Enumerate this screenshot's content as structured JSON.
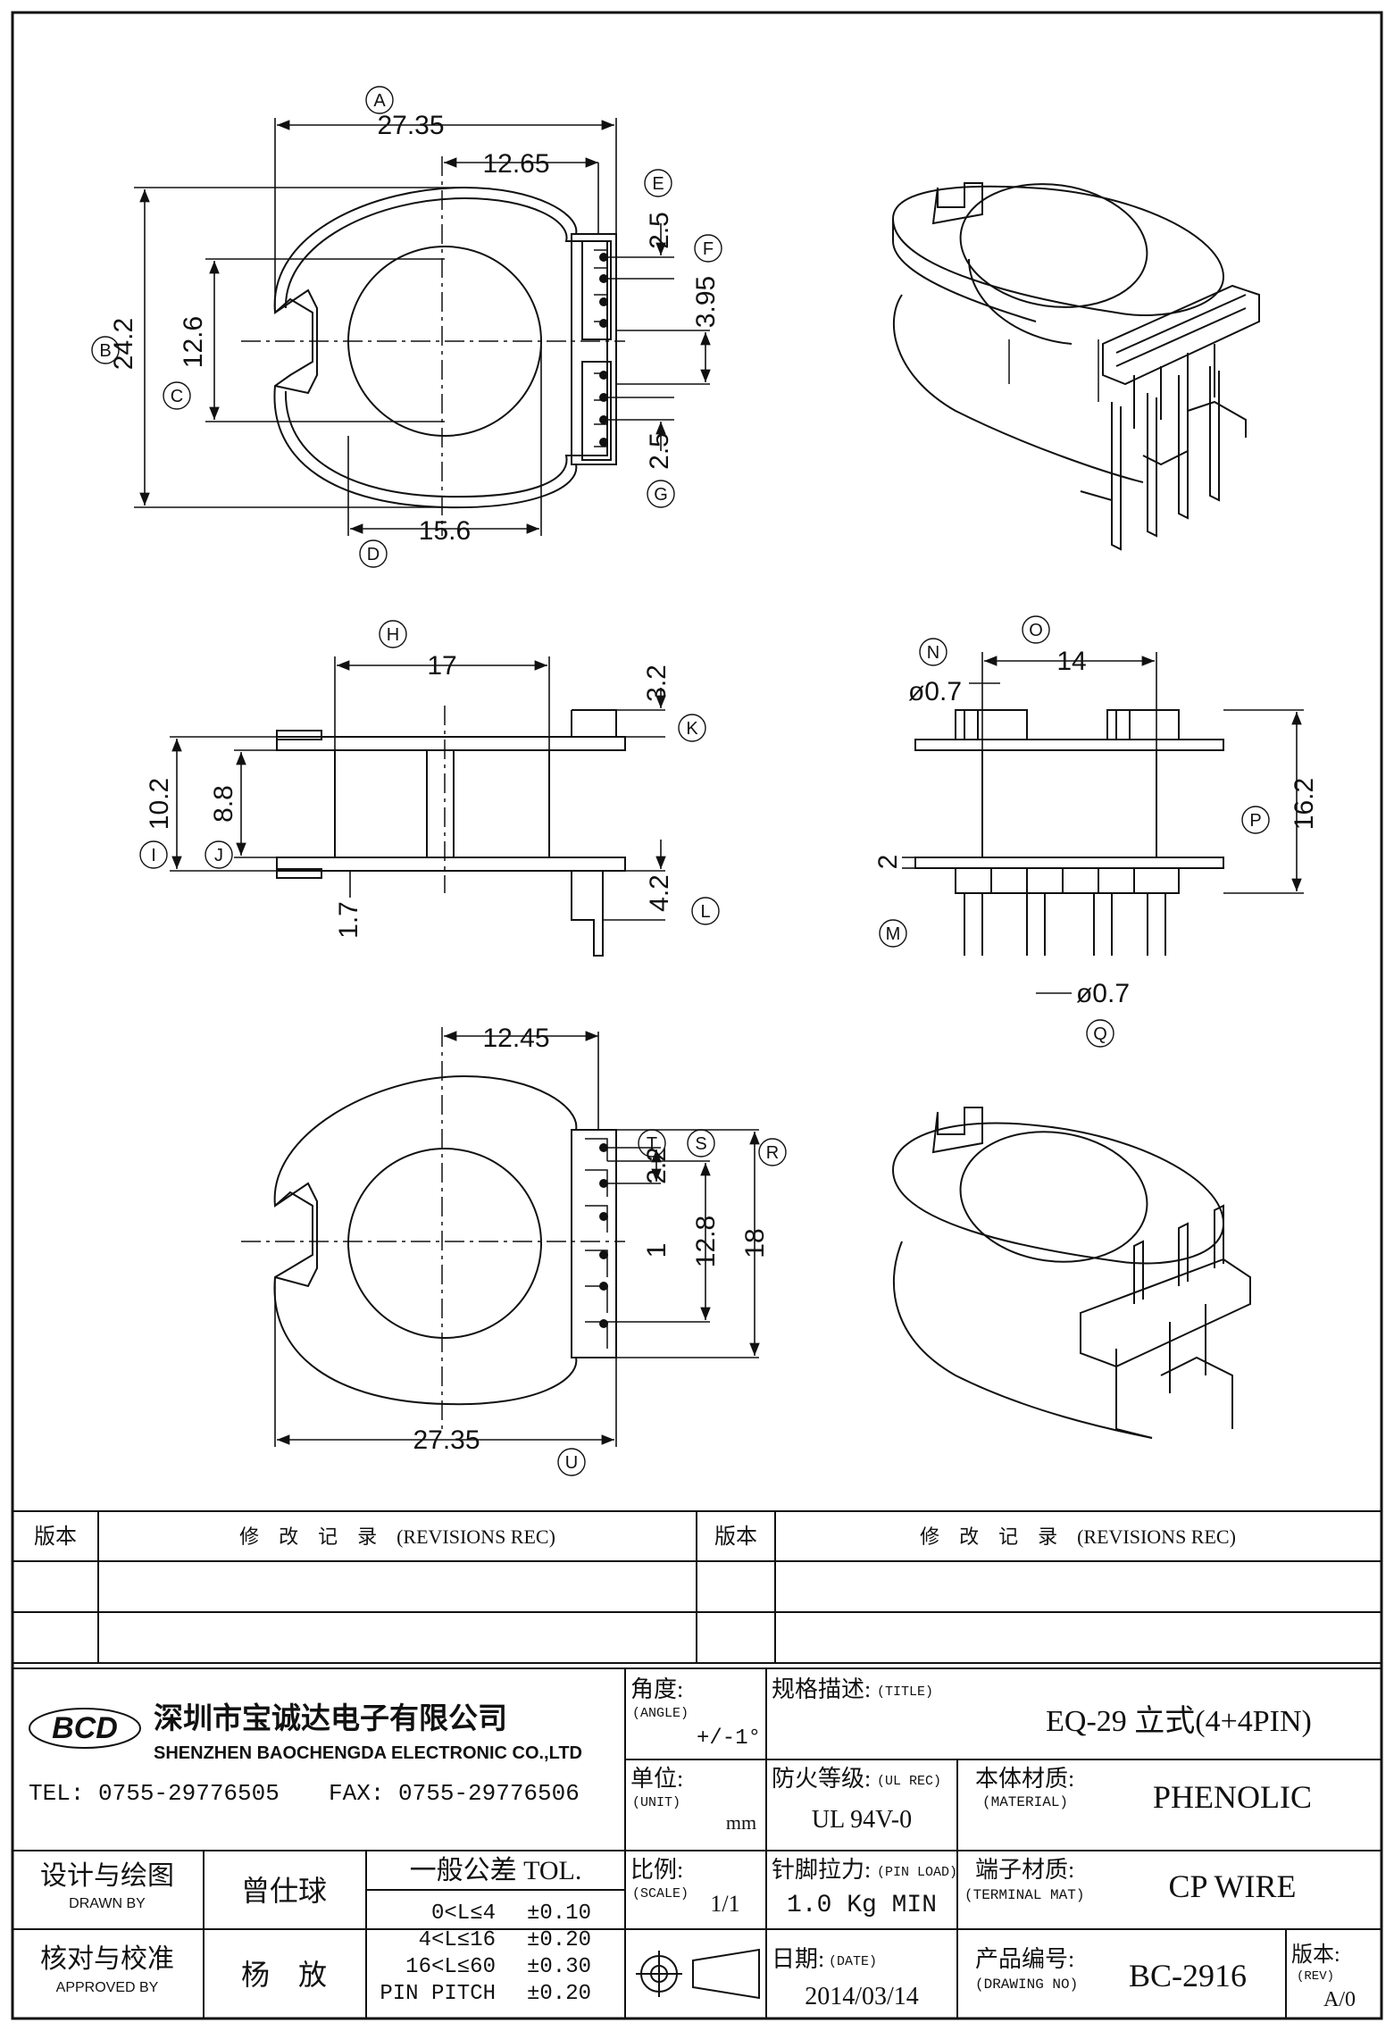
{
  "views": {
    "top": {
      "dims": {
        "width_total": "27.35",
        "pin_offset": "12.65",
        "pin_pitch_top": "2.5",
        "pin_gap": "3.95",
        "pin_pitch_bottom": "2.5",
        "height_total": "24.2",
        "window_height": "12.6",
        "window_width": "15.6"
      },
      "callouts": {
        "a": "A",
        "b": "B",
        "c": "C",
        "d": "D",
        "e": "E",
        "f": "F",
        "g": "G"
      }
    },
    "side": {
      "dims": {
        "length": "17",
        "tab": "3.2",
        "outer": "10.2",
        "inner": "8.8",
        "flange": "1.7",
        "pin_len": "4.2"
      },
      "callouts": {
        "h": "H",
        "i": "I",
        "j": "J",
        "k": "K",
        "l": "L"
      }
    },
    "front": {
      "dims": {
        "width": "14",
        "pin_dia_top": "ø0.7",
        "height": "16.2",
        "flange": "2",
        "pin_dia_bottom": "ø0.7"
      },
      "callouts": {
        "n": "N",
        "o": "O",
        "p": "P",
        "m": "M",
        "q": "Q"
      }
    },
    "bottom": {
      "dims": {
        "pin_offset": "12.45",
        "pitch": "2.2",
        "one": "1",
        "row_span": "12.8",
        "height": "18",
        "width_total": "27.35"
      },
      "callouts": {
        "t": "T",
        "s": "S",
        "r": "R",
        "u": "U"
      }
    }
  },
  "title_block": {
    "revisions": {
      "rev_label": "版本",
      "rev_record": "修　改　记　录　(REVISIONS REC)"
    },
    "company": {
      "logo": "BCD",
      "name_cn": "深圳市宝诚达电子有限公司",
      "name_en": "SHENZHEN BAOCHENGDA ELECTRONIC CO.,LTD",
      "tel": "TEL: 0755-29776505",
      "fax": "FAX: 0755-29776506"
    },
    "angle": {
      "label": "角度:",
      "sub": "(ANGLE)",
      "value": "+/-1°"
    },
    "title": {
      "label": "规格描述:",
      "sub": "(TITLE)",
      "value": "EQ-29 立式(4+4PIN)"
    },
    "unit": {
      "label": "单位:",
      "sub": "(UNIT)",
      "value": "mm"
    },
    "fire": {
      "label": "防火等级:",
      "sub": "(UL REC)",
      "value": "UL 94V-0"
    },
    "material": {
      "label": "本体材质:",
      "sub": "(MATERIAL)",
      "value": "PHENOLIC"
    },
    "drawn": {
      "label": "设计与绘图",
      "sub": "DRAWN BY",
      "value": "曾仕球"
    },
    "approved": {
      "label": "核对与校准",
      "sub": "APPROVED BY",
      "value": "杨　放"
    },
    "tolerance": {
      "label": "一般公差 TOL.",
      "rows": [
        {
          "range": "0<L≤4",
          "tol": "±0.10"
        },
        {
          "range": "4<L≤16",
          "tol": "±0.20"
        },
        {
          "range": "16<L≤60",
          "tol": "±0.30"
        },
        {
          "range": "PIN PITCH",
          "tol": "±0.20"
        }
      ]
    },
    "scale": {
      "label": "比例:",
      "sub": "(SCALE)",
      "value": "1/1"
    },
    "pin_load": {
      "label": "针脚拉力:",
      "sub": "(PIN LOAD)",
      "value": "1.0 Kg MIN"
    },
    "terminal": {
      "label": "端子材质:",
      "sub": "(TERMINAL MAT)",
      "value": "CP WIRE"
    },
    "date": {
      "label": "日期:",
      "sub": "(DATE)",
      "value": "2014/03/14"
    },
    "drawing_no": {
      "label": "产品编号:",
      "sub": "(DRAWING NO)",
      "value": "BC-2916"
    },
    "rev": {
      "label": "版本:",
      "sub": "(REV)",
      "value": "A/0"
    }
  }
}
